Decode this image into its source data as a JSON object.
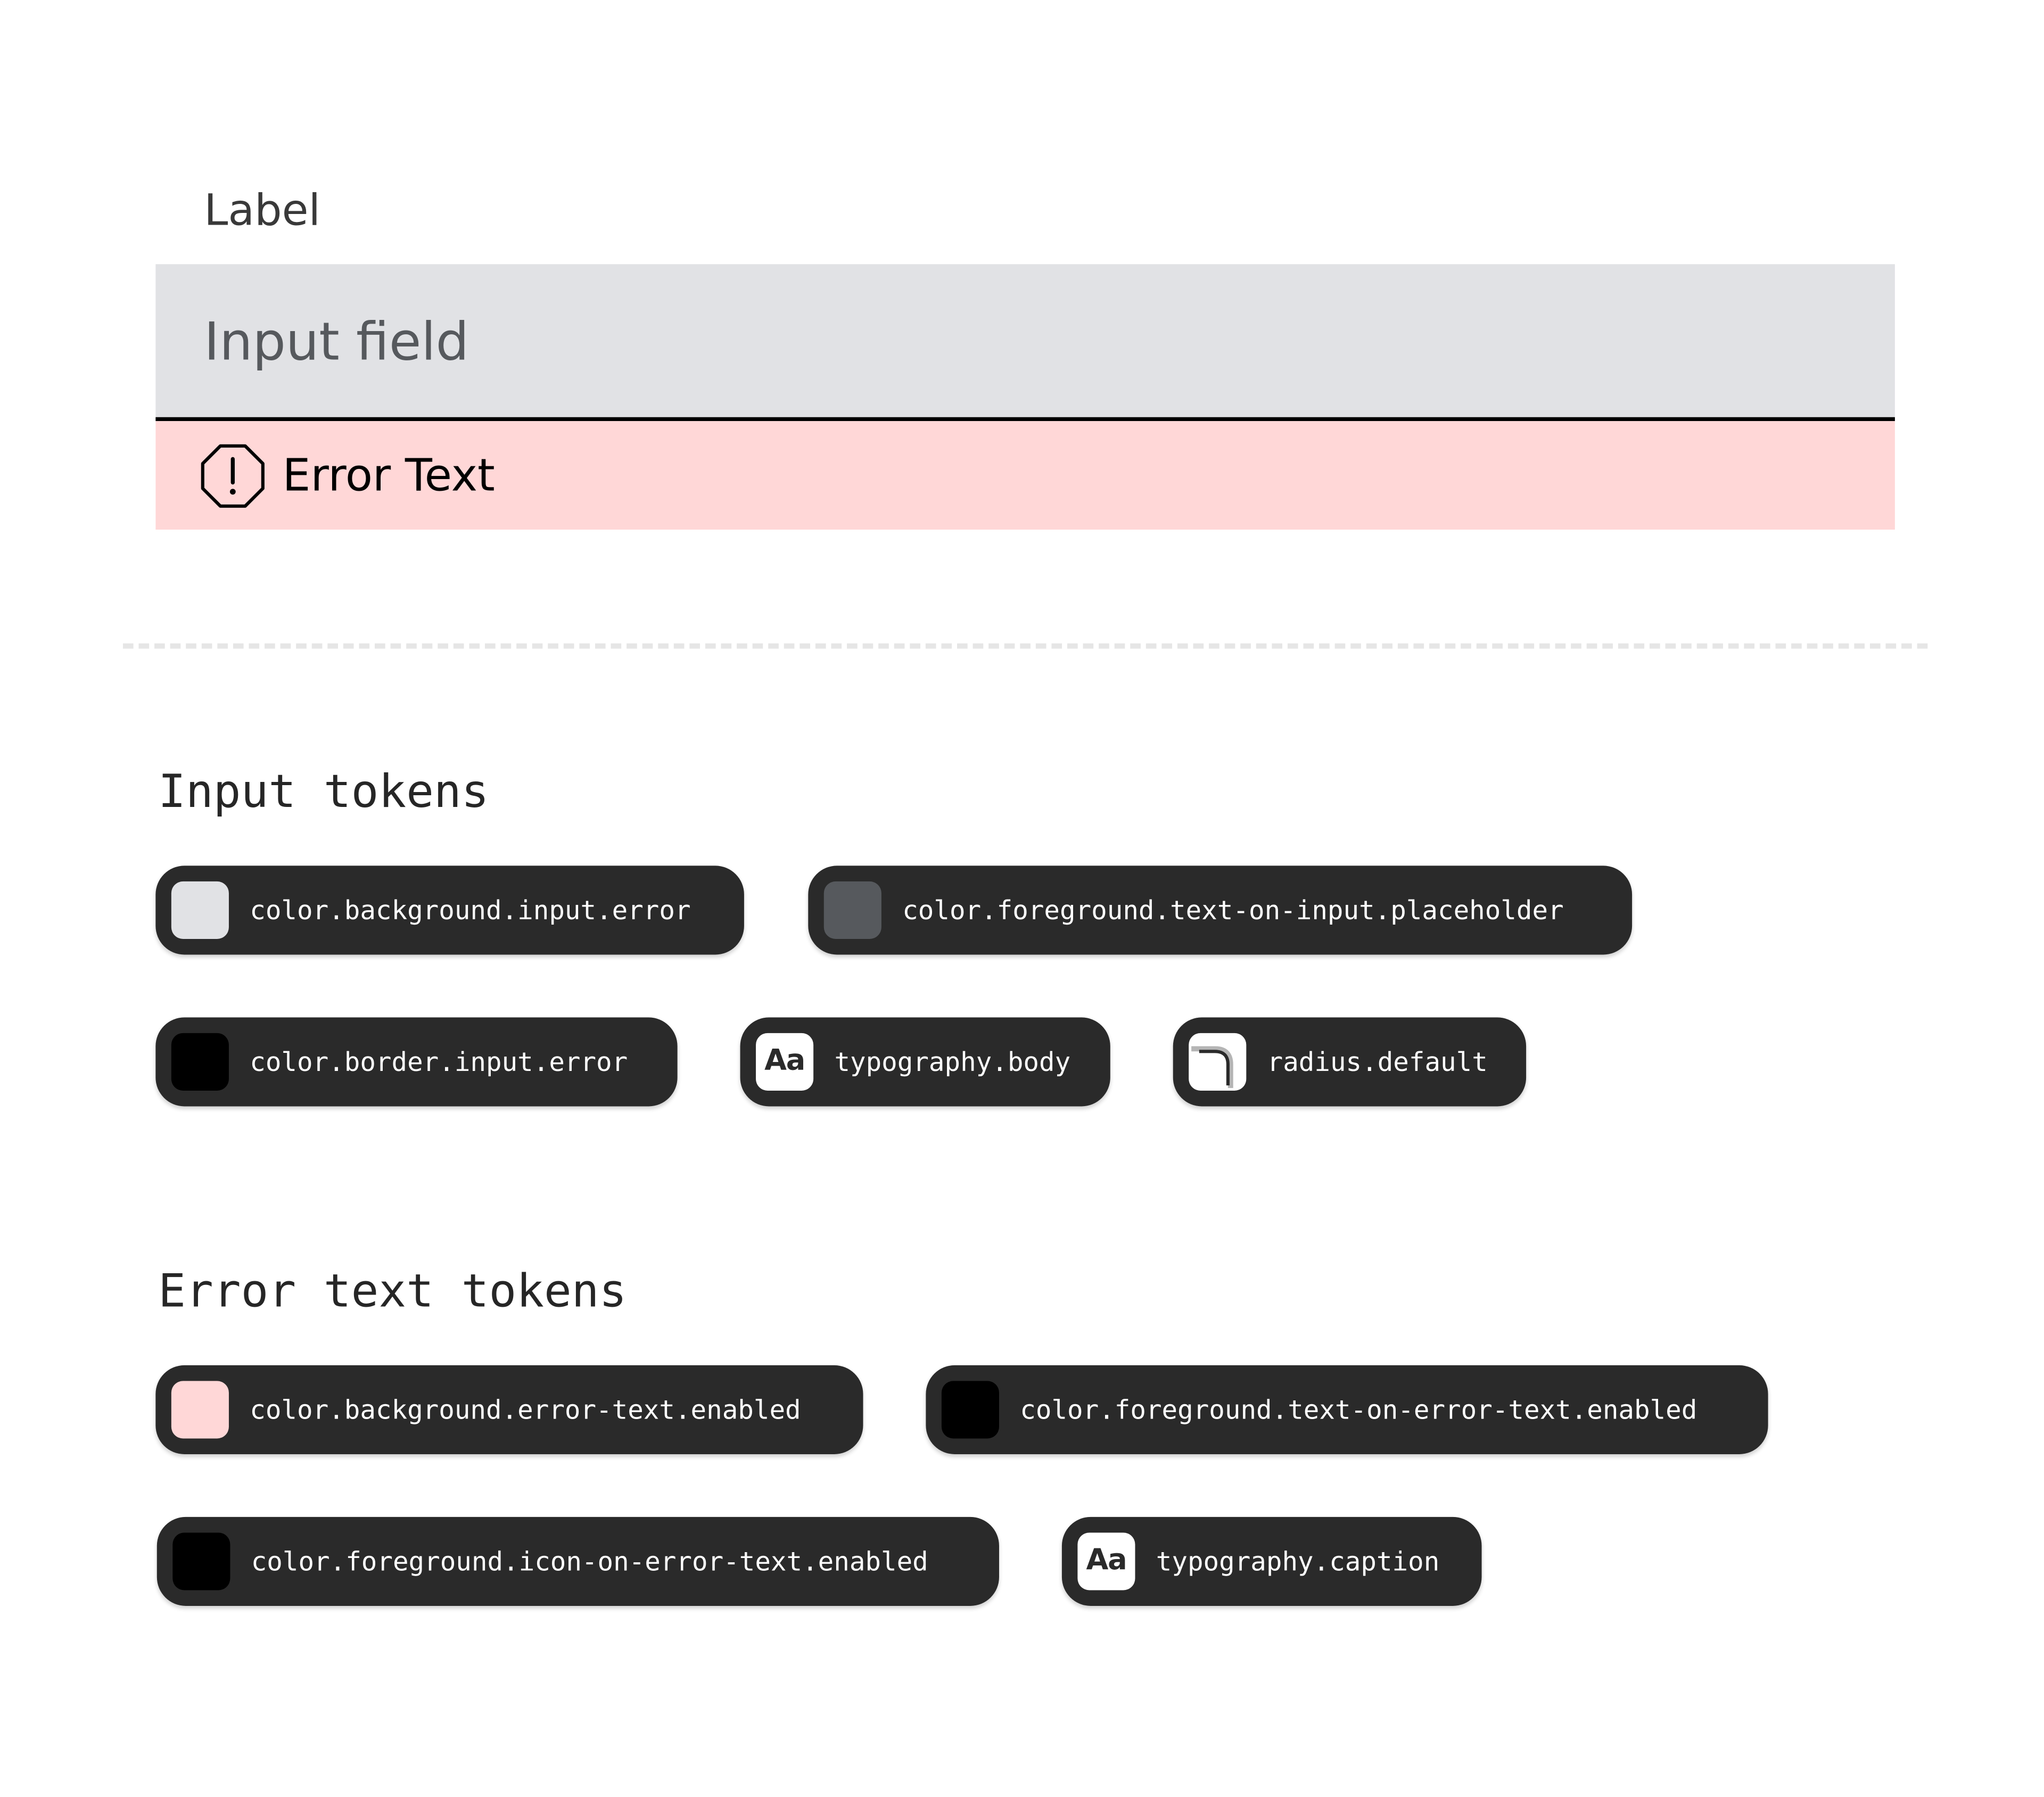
{
  "field": {
    "label": "Label",
    "placeholder": "Input field",
    "error_text": "Error Text"
  },
  "sections": {
    "input": {
      "title": "Input tokens",
      "tokens": [
        {
          "name": "color.background.input.error",
          "swatch": "#e1e2e5"
        },
        {
          "name": "color.foreground.text-on-input.placeholder",
          "swatch": "#56595d"
        },
        {
          "name": "color.border.input.error",
          "swatch": "#000000"
        },
        {
          "name": "typography.body",
          "swatch_text": "Aa"
        },
        {
          "name": "radius.default"
        }
      ]
    },
    "error_text": {
      "title": "Error text tokens",
      "tokens": [
        {
          "name": "color.background.error-text.enabled",
          "swatch": "#ffd7d7"
        },
        {
          "name": "color.foreground.text-on-error-text.enabled",
          "swatch": "#000000"
        },
        {
          "name": "color.foreground.icon-on-error-text.enabled",
          "swatch": "#000000"
        },
        {
          "name": "typography.caption",
          "swatch_text": "Aa"
        }
      ]
    }
  },
  "colors": {
    "input_background": "#e1e2e5",
    "error_background": "#ffd7d7",
    "pill_background": "#2a2a2a",
    "placeholder": "#56595d"
  }
}
